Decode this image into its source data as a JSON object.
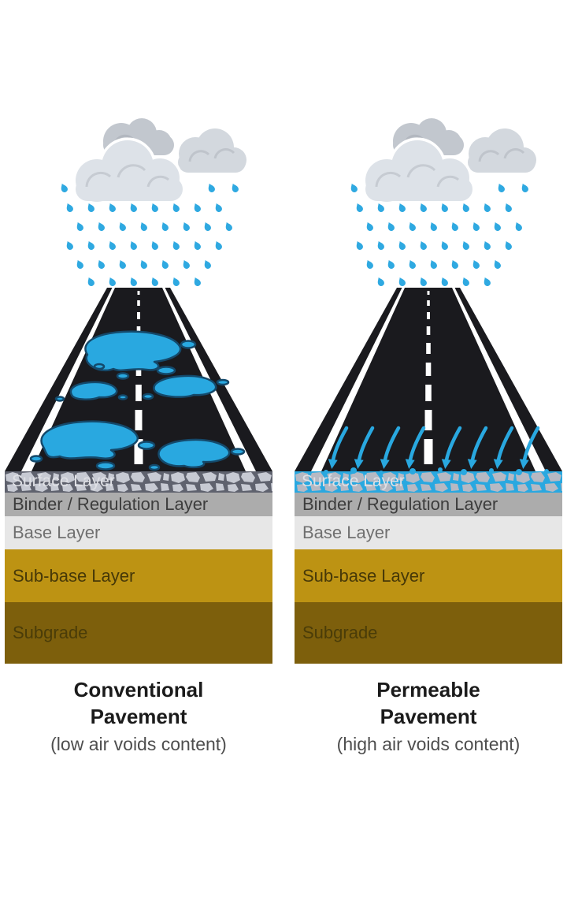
{
  "left_panel": {
    "layers": {
      "surface": "Surface Layer",
      "binder": "Binder / Regulation Layer",
      "base": "Base Layer",
      "subbase": "Sub-base Layer",
      "subgrade": "Subgrade"
    },
    "caption": {
      "title_line1": "Conventional",
      "title_line2": "Pavement",
      "subtitle": "(low air voids content)"
    }
  },
  "right_panel": {
    "layers": {
      "surface": "Surface Layer",
      "binder": "Binder / Regulation Layer",
      "base": "Base Layer",
      "subbase": "Sub-base Layer",
      "subgrade": "Subgrade"
    },
    "caption": {
      "title_line1": "Permeable",
      "title_line2": "Pavement",
      "subtitle": "(high air voids content)"
    }
  },
  "colors": {
    "water_blue": "#29a8e0",
    "road_black": "#1a1a1e",
    "cloud_light": "#dde2e8",
    "cloud_mid": "#d3d8de",
    "cloud_dark": "#c2c7ce",
    "surface_stone": "#c7cad3",
    "surface_gap_gray": "#5f626e",
    "binder_gray": "#acacac",
    "base_gray": "#e7e7e7",
    "subbase_gold": "#bd9313",
    "subgrade_brown": "#7d5f0c"
  }
}
